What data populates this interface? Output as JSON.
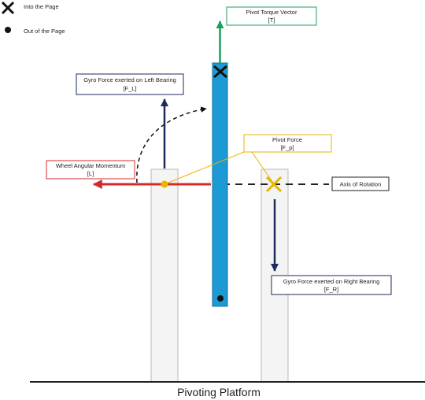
{
  "legend": {
    "into_page": "Into the Page",
    "out_of_page": "Out of the Page"
  },
  "labels": {
    "pivot_torque_title": "Pivot Torque Vector",
    "pivot_torque_symbol": "[T]",
    "left_force_title": "Gyro Force exerted on Left Bearing",
    "left_force_symbol": "[F_L]",
    "pivot_force_title": "Pivot Force",
    "pivot_force_symbol": "[F_p]",
    "wheel_momentum_title": "Wheel Angular Momentum",
    "wheel_momentum_symbol": "[L]",
    "axis_of_rotation": "Axis of Rotation",
    "right_force_title": "Gyro Force exerted on Right Bearing",
    "right_force_symbol": "[F_R]",
    "platform": "Pivoting Platform"
  },
  "colors": {
    "torque": "#1e9e5a",
    "momentum": "#d42a2a",
    "gyro_force": "#1c2a5e",
    "pivot_force": "#e8b500",
    "shaft": "#1c9ad6",
    "bearing_fill": "#f4f4f4",
    "bearing_stroke": "#b8b8b8"
  }
}
